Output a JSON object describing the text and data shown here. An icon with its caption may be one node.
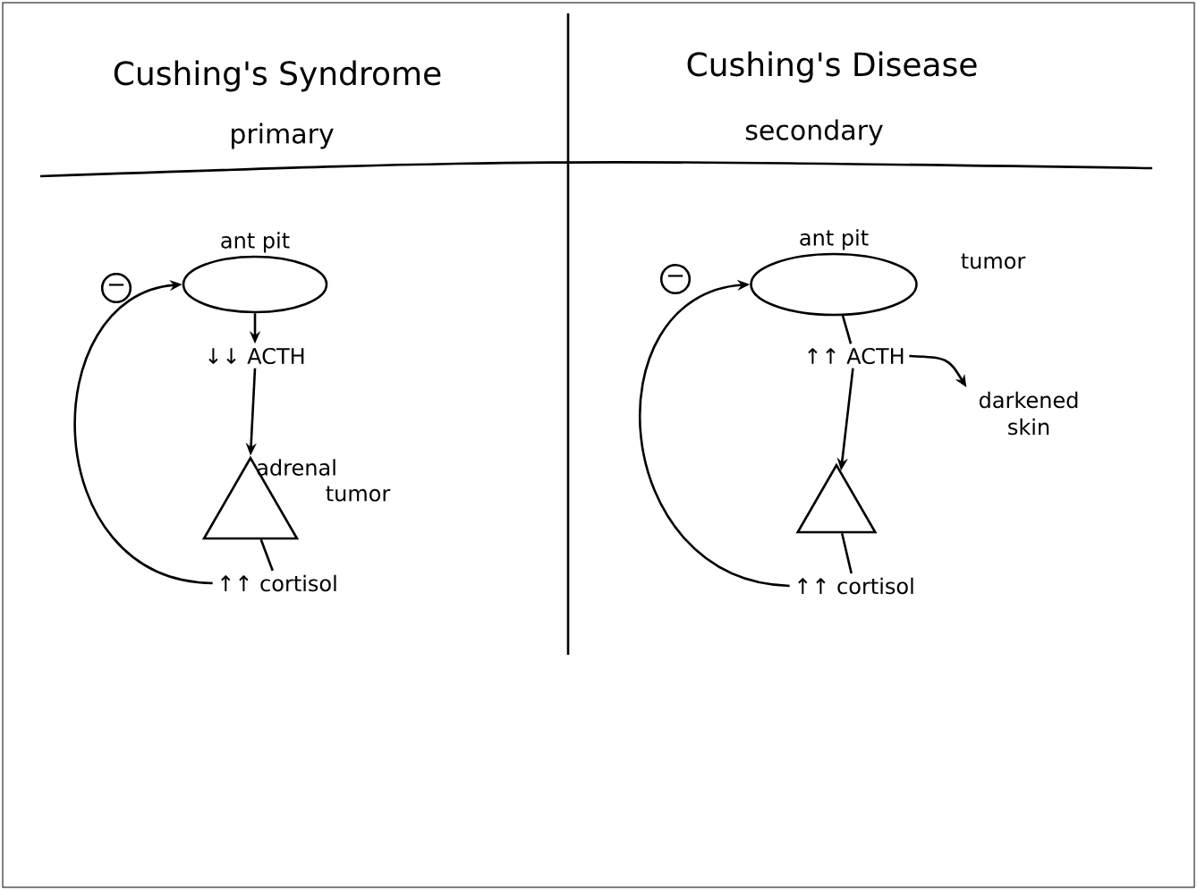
{
  "diagram": {
    "nodes": [
      {
        "text": [
          "ant pit"
        ]
      },
      {
        "text": [
          "↓↓ ACTH"
        ]
      },
      {
        "text": [
          "adrenal"
        ],
        "beside": [
          "tumor"
        ]
      },
      {
        "text": [
          "↑↑ cortisol"
        ]
      },
      {
        "text": [
          "−"
        ]
      },
      {
        "text": [
          "ant pit"
        ],
        "beside": [
          "tumor"
        ]
      },
      {
        "text": [
          "↑↑ ACTH"
        ]
      },
      {
        "text": [],
        "shape": "triangle"
      },
      {
        "text": [
          "↑↑ cortisol"
        ]
      },
      {
        "text": [
          "darkened skin"
        ]
      },
      {
        "text": [
          "−"
        ]
      }
    ],
    "edges": [
      {
        "from": 0,
        "to": 1,
        "arrow": "to"
      },
      {
        "from": 1,
        "to": 2,
        "arrow": "to"
      },
      {
        "from": 2,
        "to": 3,
        "arrow": "none"
      },
      {
        "from": 3,
        "to": 0,
        "arrow": "to"
      },
      {
        "from": 5,
        "to": 6,
        "arrow": "none"
      },
      {
        "from": 6,
        "to": 7,
        "arrow": "to"
      },
      {
        "from": 7,
        "to": 8,
        "arrow": "none"
      },
      {
        "from": 8,
        "to": 5,
        "arrow": "to"
      },
      {
        "from": 6,
        "to": 9,
        "arrow": "to"
      }
    ],
    "labels": [
      "Cushing's Syndrome",
      "primary",
      "Cushing's Disease",
      "secondary"
    ]
  }
}
